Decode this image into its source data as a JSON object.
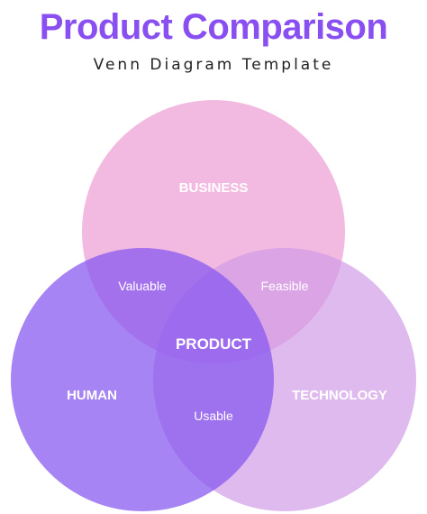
{
  "header": {
    "title": "Product Comparison",
    "subtitle": "Venn Diagram Template"
  },
  "colors": {
    "title": "#8a4ff0",
    "business_circle": "#ee9fd6",
    "human_circle": "#8a5cf0",
    "technology_circle": "#d7a4ea"
  },
  "venn": {
    "circles": {
      "business": "BUSINESS",
      "human": "HUMAN",
      "technology": "TECHNOLOGY"
    },
    "intersections": {
      "business_human": "Valuable",
      "business_technology": "Feasible",
      "human_technology": "Usable",
      "center": "PRODUCT"
    }
  }
}
